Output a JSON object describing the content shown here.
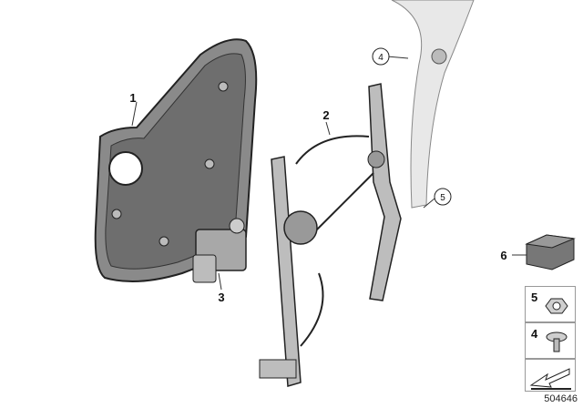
{
  "callouts": {
    "c1": "1",
    "c2": "2",
    "c3": "3",
    "c4": "4",
    "c5": "5",
    "c6": "6"
  },
  "side_panel": {
    "item_5": "5",
    "item_4": "4"
  },
  "reference_number": "504646",
  "colors": {
    "part_fill": "#d9d9d9",
    "part_dark": "#555555",
    "outline": "#222222",
    "leader": "#333333"
  },
  "icons": {
    "arrow": "arrow-sign-icon"
  }
}
